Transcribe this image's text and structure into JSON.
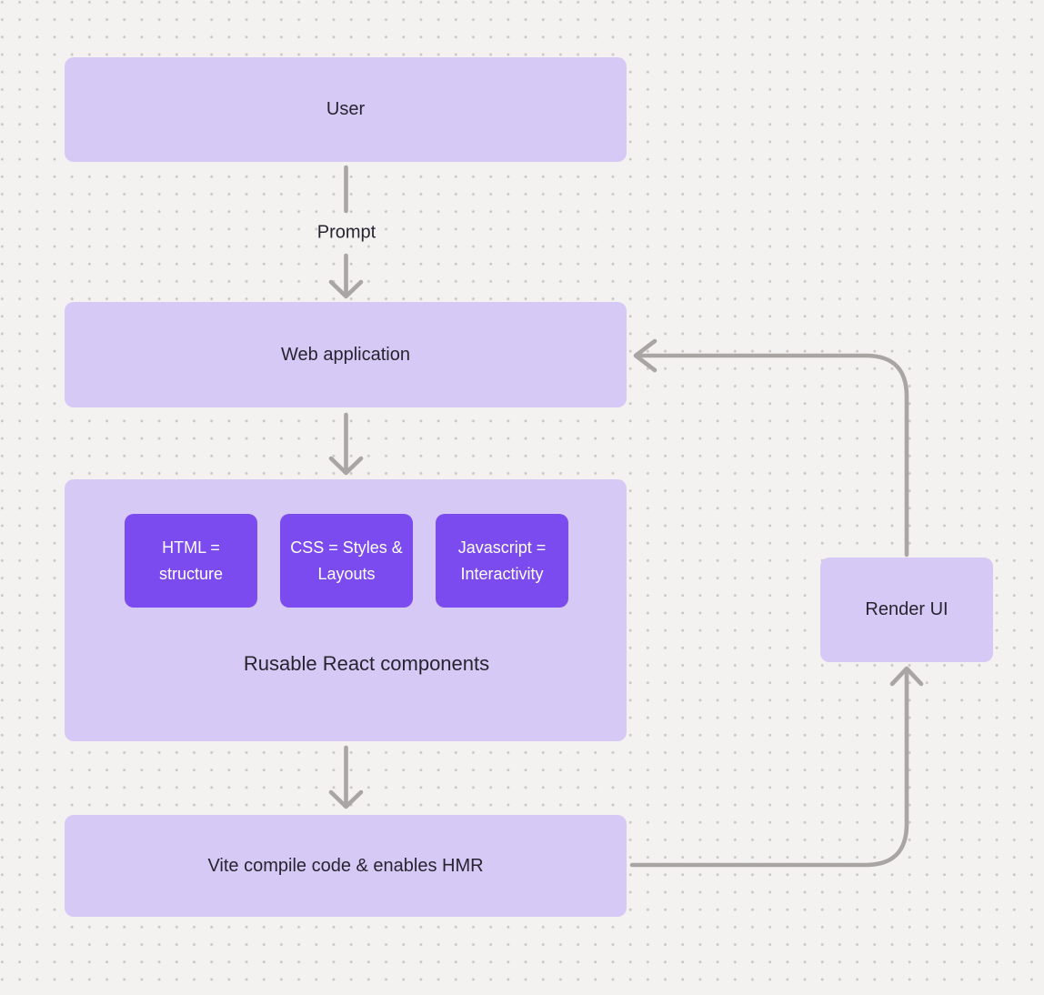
{
  "colors": {
    "background": "#f3f2f0",
    "grid_dot": "#cbc8c4",
    "node_fill_light": "#d7c9f5",
    "node_fill_dark": "#7b4bef",
    "arrow": "#a8a5a2",
    "text_dark": "#272430",
    "text_light": "#ffffff"
  },
  "nodes": {
    "user": {
      "label": "User"
    },
    "web_application": {
      "label": "Web application"
    },
    "components_group": {
      "label": "Rusable React components",
      "children": [
        {
          "label": "HTML = structure"
        },
        {
          "label": "CSS = Styles & Layouts"
        },
        {
          "label": "Javascript = Interactivity"
        }
      ]
    },
    "vite": {
      "label": "Vite compile code & enables HMR"
    },
    "render_ui": {
      "label": "Render UI"
    }
  },
  "edges": [
    {
      "from": "user",
      "to": "web_application",
      "label": "Prompt"
    },
    {
      "from": "web_application",
      "to": "components_group",
      "label": ""
    },
    {
      "from": "components_group",
      "to": "vite",
      "label": ""
    },
    {
      "from": "vite",
      "to": "render_ui",
      "label": ""
    },
    {
      "from": "render_ui",
      "to": "web_application",
      "label": ""
    }
  ]
}
